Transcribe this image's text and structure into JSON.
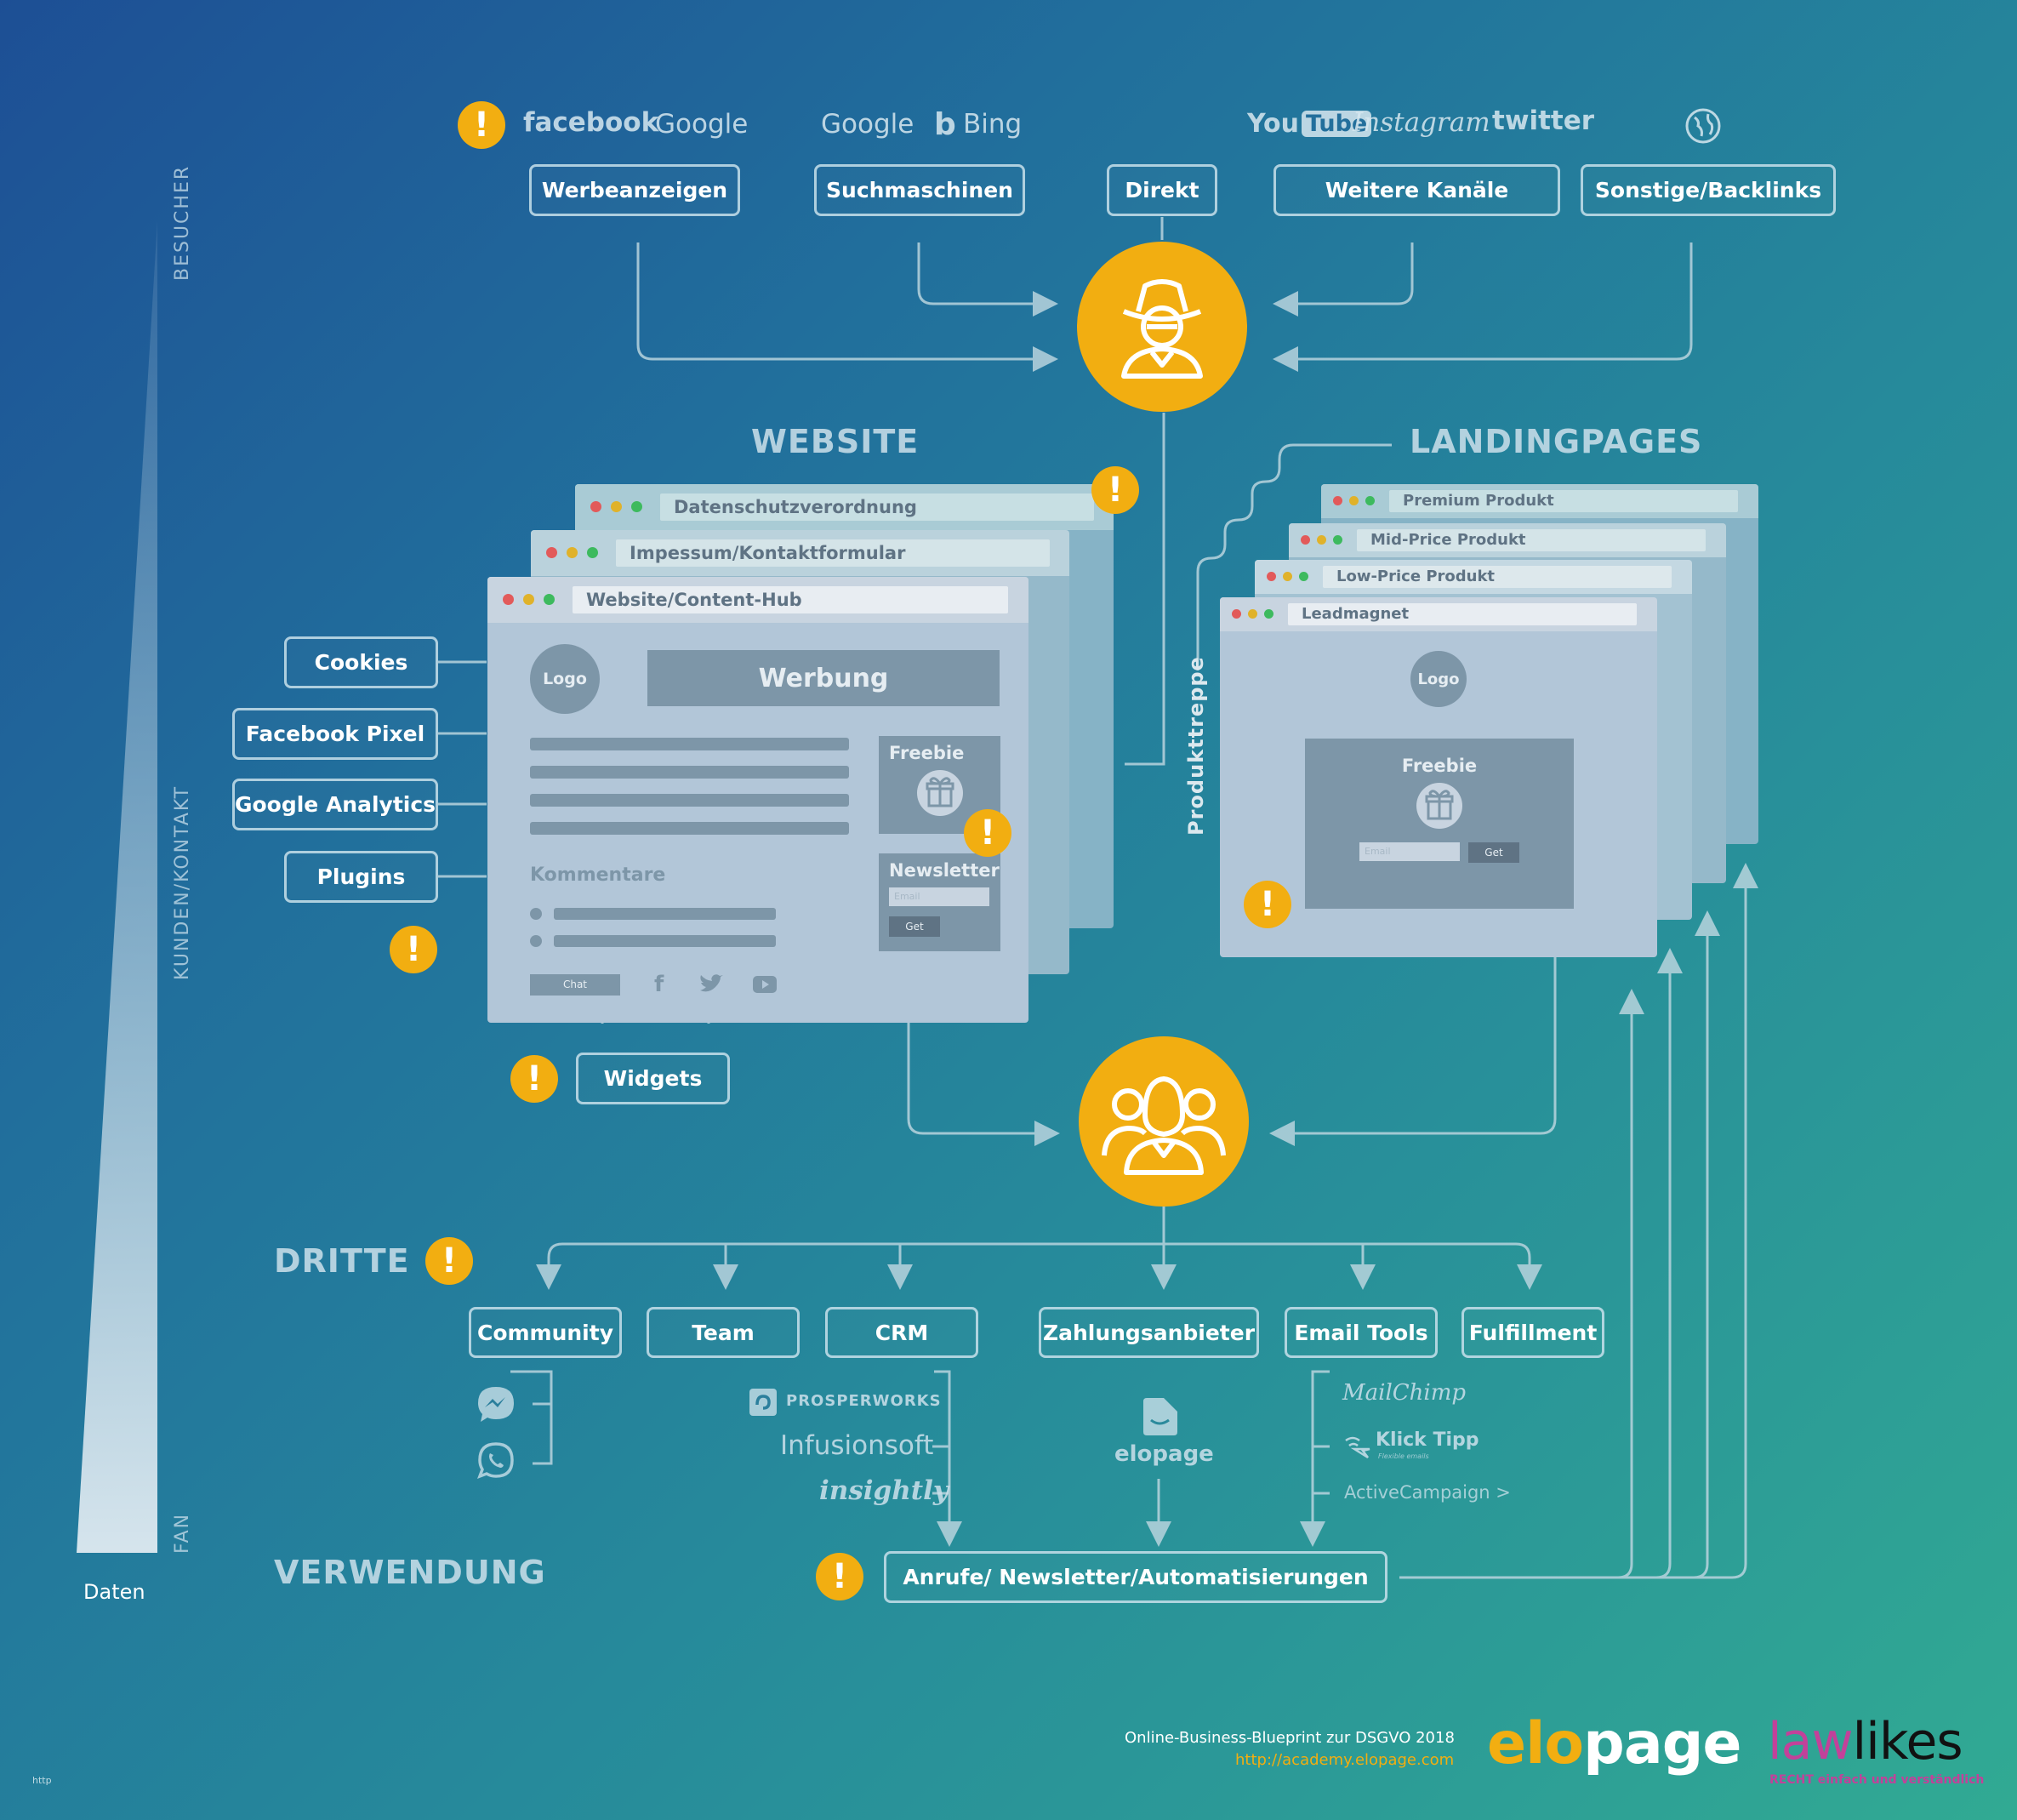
{
  "top": {
    "brands": {
      "facebook": "facebook",
      "google1": "Google",
      "google2": "Google",
      "bing": "Bing",
      "youtube_you": "You",
      "youtube_tube": "Tube",
      "instagram": "Instagram",
      "twitter": "twitter"
    },
    "sources": [
      "Werbeanzeigen",
      "Suchmaschinen",
      "Direkt",
      "Weitere Kanäle",
      "Sonstige/Backlinks"
    ]
  },
  "axis": {
    "visitor": "BESUCHER",
    "customer": "KUNDEN/KONTAKT",
    "fan": "FAN",
    "data": "Daten"
  },
  "website": {
    "title": "WEBSITE",
    "windows": [
      "Datenschutzverordnung",
      "Impessum/Kontaktformular",
      "Website/Content-Hub"
    ],
    "logo": "Logo",
    "ad": "Werbung",
    "freebie": "Freebie",
    "newsletter": "Newsletter",
    "email_placeholder": "Email",
    "get": "Get",
    "comments": "Kommentare",
    "chat": "Chat",
    "side_items": [
      "Cookies",
      "Facebook Pixel",
      "Google Analytics",
      "Plugins"
    ],
    "widgets": "Widgets"
  },
  "landing": {
    "title": "LANDINGPAGES",
    "windows": [
      "Premium Produkt",
      "Mid-Price Produkt",
      "Low-Price Produkt",
      "Leadmagnet"
    ],
    "logo": "Logo",
    "freebie": "Freebie",
    "email_placeholder": "Email",
    "get": "Get",
    "product_stairs": "Produkttreppe"
  },
  "third": {
    "title": "DRITTE",
    "items": [
      "Community",
      "Team",
      "CRM",
      "Zahlungsanbieter",
      "Email Tools",
      "Fulfillment"
    ],
    "crm_tools": [
      "PROSPERWORKS",
      "Infusionsoft",
      "insightly"
    ],
    "payment_tool": "elopage",
    "email_tools": [
      "MailChimp",
      "Klick Tipp",
      "ActiveCampaign >"
    ],
    "klicktipp_sub": "Flexible emails"
  },
  "usage": {
    "title": "VERWENDUNG",
    "box": "Anrufe/ Newsletter/Automatisierungen"
  },
  "footer": {
    "line1": "Online-Business-Blueprint zur DSGVO 2018",
    "url": "http://academy.elopage.com",
    "elopage_elo": "elo",
    "elopage_page": "page",
    "lawlikes_law": "law",
    "lawlikes_likes": "likes",
    "lawlikes_tag": "RECHT einfach und verständlich",
    "corner": "http"
  },
  "warning_symbol": "!",
  "colors": {
    "accent": "#f2ae11",
    "line": "#b8d4de",
    "window": "#b2c6d8"
  },
  "icons": [
    "visitor-icon",
    "users-icon",
    "globe-icon",
    "gift-icon",
    "messenger-icon",
    "whatsapp-icon",
    "bing-icon"
  ]
}
